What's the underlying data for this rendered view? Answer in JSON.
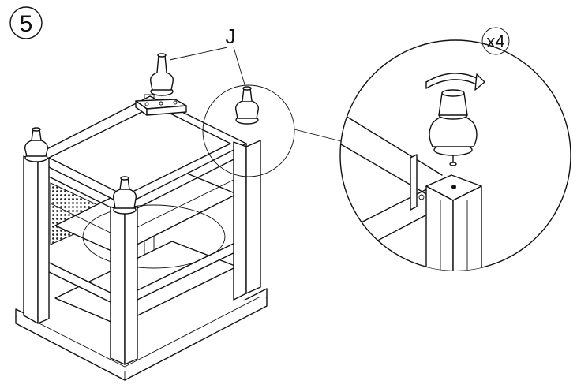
{
  "step": {
    "number": "5"
  },
  "callouts": {
    "part_letter": "J",
    "quantity": "x4"
  },
  "icons": {
    "rotate_arrow": "clockwise-rotate-arrow-icon",
    "finial": "finial-cap-icon"
  }
}
